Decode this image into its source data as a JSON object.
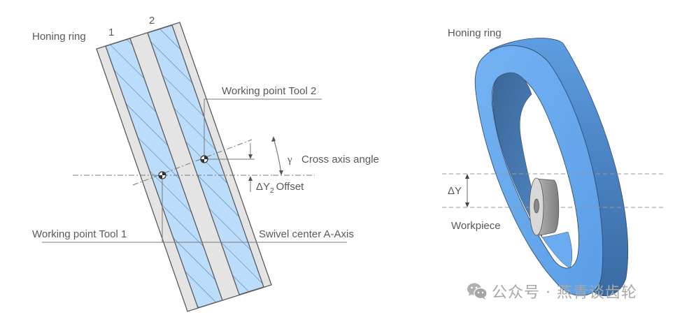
{
  "left_diagram": {
    "honing_ring_label": "Honing ring",
    "tool_numbers": [
      "1",
      "2"
    ],
    "working_point_tool2": "Working point Tool 2",
    "working_point_tool1": "Working point Tool 1",
    "gamma_symbol": "γ",
    "cross_axis_label": "Cross axis angle",
    "offset_delta": "ΔY",
    "offset_subscript": "2",
    "offset_label": "Offset",
    "swivel_center": "Swivel center A-Axis"
  },
  "right_diagram": {
    "honing_ring_label": "Honing ring",
    "delta_y_label": "ΔY",
    "workpiece_label": "Workpiece"
  },
  "watermark": {
    "icon": "wechat-icon",
    "text": "公众号 · 燕青谈齿轮"
  },
  "colors": {
    "ring_blue": "#6aaaf0",
    "ring_dark": "#3f72a8",
    "hatch_fill": "#bcdcfb",
    "gray_band": "#e4e4e4",
    "workpiece_gray": "#9a9a9a"
  }
}
